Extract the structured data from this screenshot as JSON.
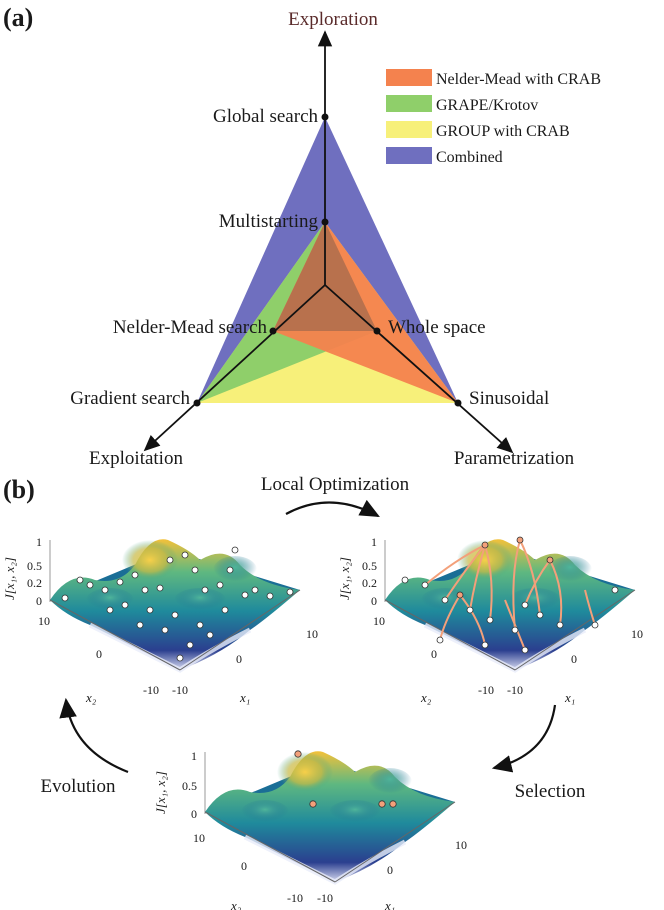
{
  "panels": {
    "a": "(a)",
    "b": "(b)"
  },
  "radar": {
    "axes": {
      "top": "Exploration",
      "left": "Exploitation",
      "right": "Parametrization"
    },
    "points": {
      "global": "Global search",
      "multi": "Multistarting",
      "nm": "Nelder-Mead search",
      "whole": "Whole space",
      "grad": "Gradient search",
      "sin": "Sinusoidal"
    },
    "legend": [
      {
        "label": "Nelder-Mead with CRAB",
        "color": "#f4824e"
      },
      {
        "label": "GRAPE/Krotov",
        "color": "#8fcf6a"
      },
      {
        "label": "GROUP with CRAB",
        "color": "#f7f07a"
      },
      {
        "label": "Combined",
        "color": "#6f6fbf"
      }
    ]
  },
  "cycle": {
    "local": "Local Optimization",
    "selection": "Selection",
    "evolution": "Evolution"
  },
  "surface_labels": {
    "zlabel": "J[x₁, x₂]",
    "x1": "x₁",
    "x2": "x₂",
    "zticks": [
      "1",
      "0.5",
      "0.2",
      "0"
    ],
    "xticks": [
      "10",
      "0",
      "-10"
    ]
  }
}
